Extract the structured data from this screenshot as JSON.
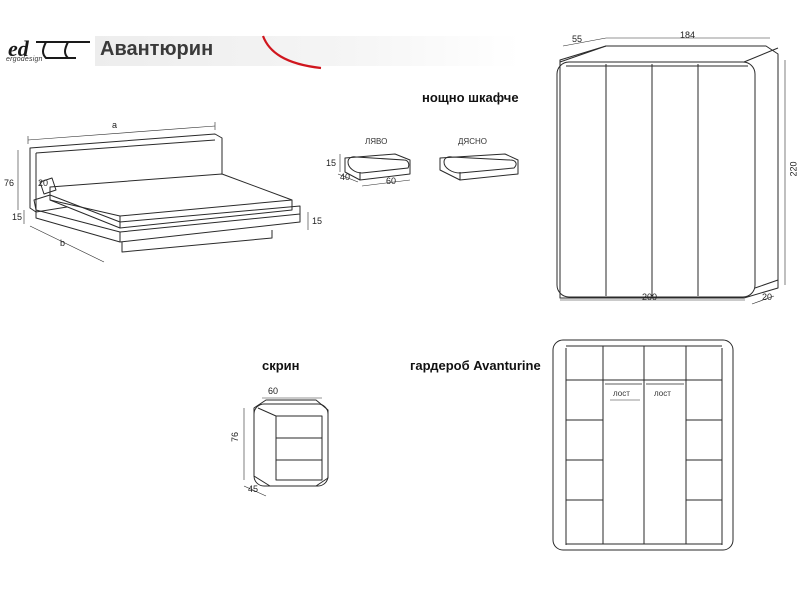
{
  "header": {
    "logo_text": "ergodesign",
    "title": "Авантюрин"
  },
  "bed": {
    "dim_a": "a",
    "dim_b": "b",
    "dim_76": "76",
    "dim_20": "20",
    "dim_15_left": "15",
    "dim_15_right": "15"
  },
  "nightstand": {
    "label": "нощно шкафче",
    "left_label": "ЛЯВО",
    "right_label": "ДЯСНО",
    "dim_15": "15",
    "dim_40": "40",
    "dim_60": "60"
  },
  "wardrobe_3d": {
    "dim_55": "55",
    "dim_184": "184",
    "dim_220": "220",
    "dim_200": "200",
    "dim_20": "20"
  },
  "dresser": {
    "label": "скрин",
    "dim_60": "60",
    "dim_76": "76",
    "dim_45": "45"
  },
  "wardrobe_front": {
    "label": "гардероб Avanturine",
    "rod_left": "лост",
    "rod_right": "лост"
  },
  "colors": {
    "line": "#2a2a2a",
    "accent_red": "#d0161e",
    "title_bg": "#eeeeee"
  }
}
